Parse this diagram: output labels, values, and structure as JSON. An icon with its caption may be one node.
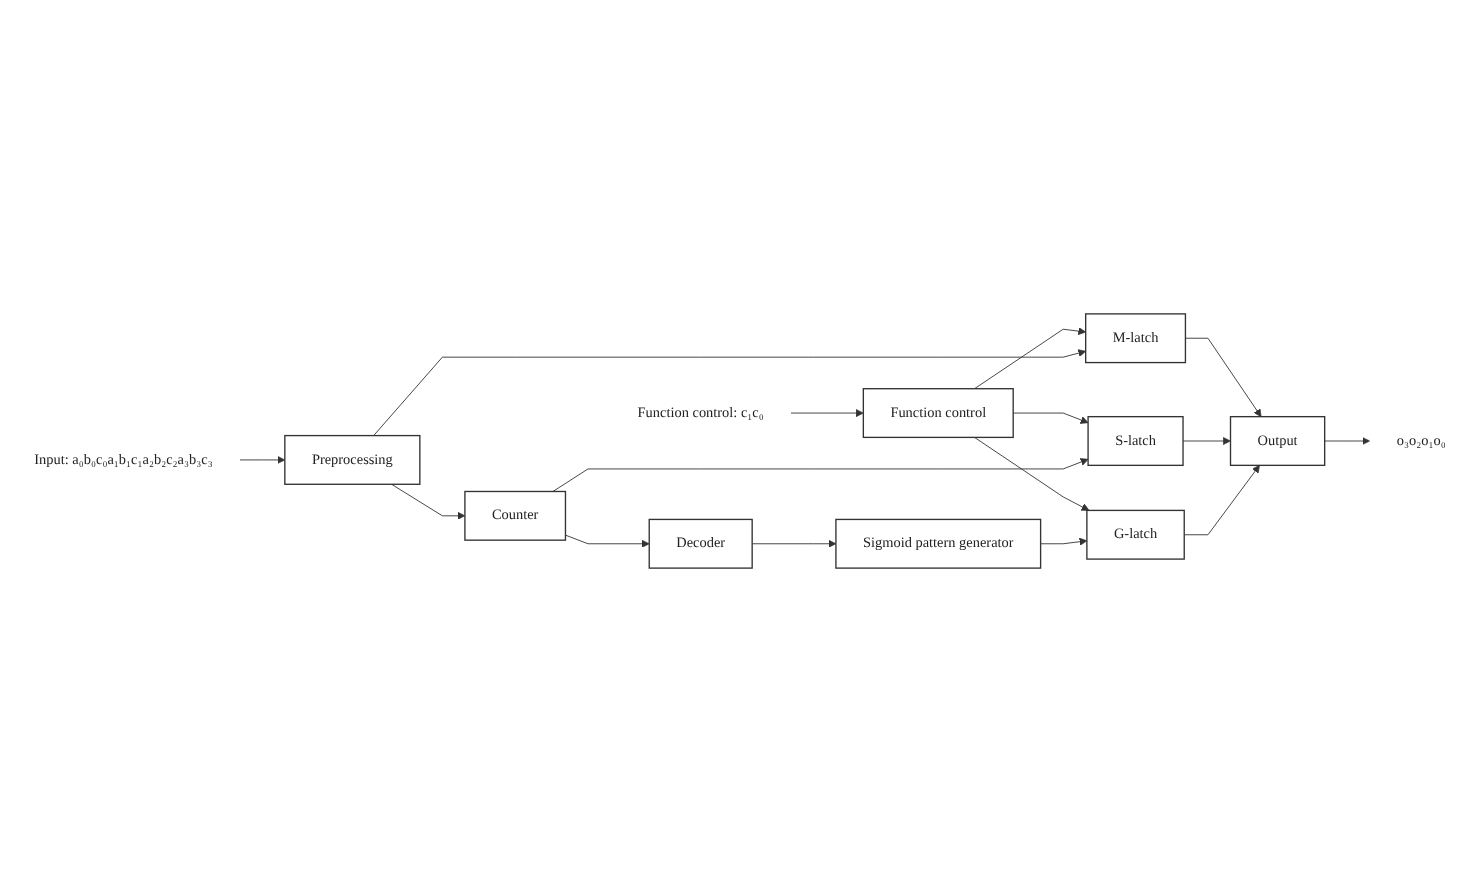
{
  "diagram": {
    "nodes": [
      {
        "text": [
          "Input: a₀b₀c₀a₁b₁c₁a₂b₂c₂a₃b₃c₃"
        ]
      },
      {
        "text": [
          "Function control: c₁c₀"
        ]
      },
      {
        "text": [
          "Function control"
        ]
      },
      {
        "text": [
          "Preprocessing"
        ]
      },
      {
        "text": [
          "Counter"
        ]
      },
      {
        "text": [
          "Decoder"
        ]
      },
      {
        "text": [
          "Sigmoid pattern generator"
        ]
      },
      {
        "text": [
          "M-latch"
        ]
      },
      {
        "text": [
          "S-latch"
        ]
      },
      {
        "text": [
          "G-latch"
        ]
      },
      {
        "text": [
          "Output"
        ]
      },
      {
        "text": [
          "o₃o₂o₁o₀"
        ]
      }
    ],
    "edges": [
      {
        "from": 0,
        "to": 3,
        "arrow": "to"
      },
      {
        "from": 1,
        "to": 2,
        "arrow": "to"
      },
      {
        "from": 3,
        "to": 4,
        "arrow": "to"
      },
      {
        "from": 4,
        "to": 5,
        "arrow": "to"
      },
      {
        "from": 5,
        "to": 6,
        "arrow": "to"
      },
      {
        "from": 2,
        "to": 7,
        "arrow": "to"
      },
      {
        "from": 2,
        "to": 8,
        "arrow": "to"
      },
      {
        "from": 2,
        "to": 9,
        "arrow": "to"
      },
      {
        "from": 3,
        "to": 7,
        "arrow": "to"
      },
      {
        "from": 4,
        "to": 8,
        "arrow": "to"
      },
      {
        "from": 6,
        "to": 9,
        "arrow": "to"
      },
      {
        "from": 7,
        "to": 10,
        "arrow": "to"
      },
      {
        "from": 8,
        "to": 10,
        "arrow": "to"
      },
      {
        "from": 9,
        "to": 10,
        "arrow": "to"
      },
      {
        "from": 10,
        "to": 11,
        "arrow": "to"
      }
    ]
  }
}
